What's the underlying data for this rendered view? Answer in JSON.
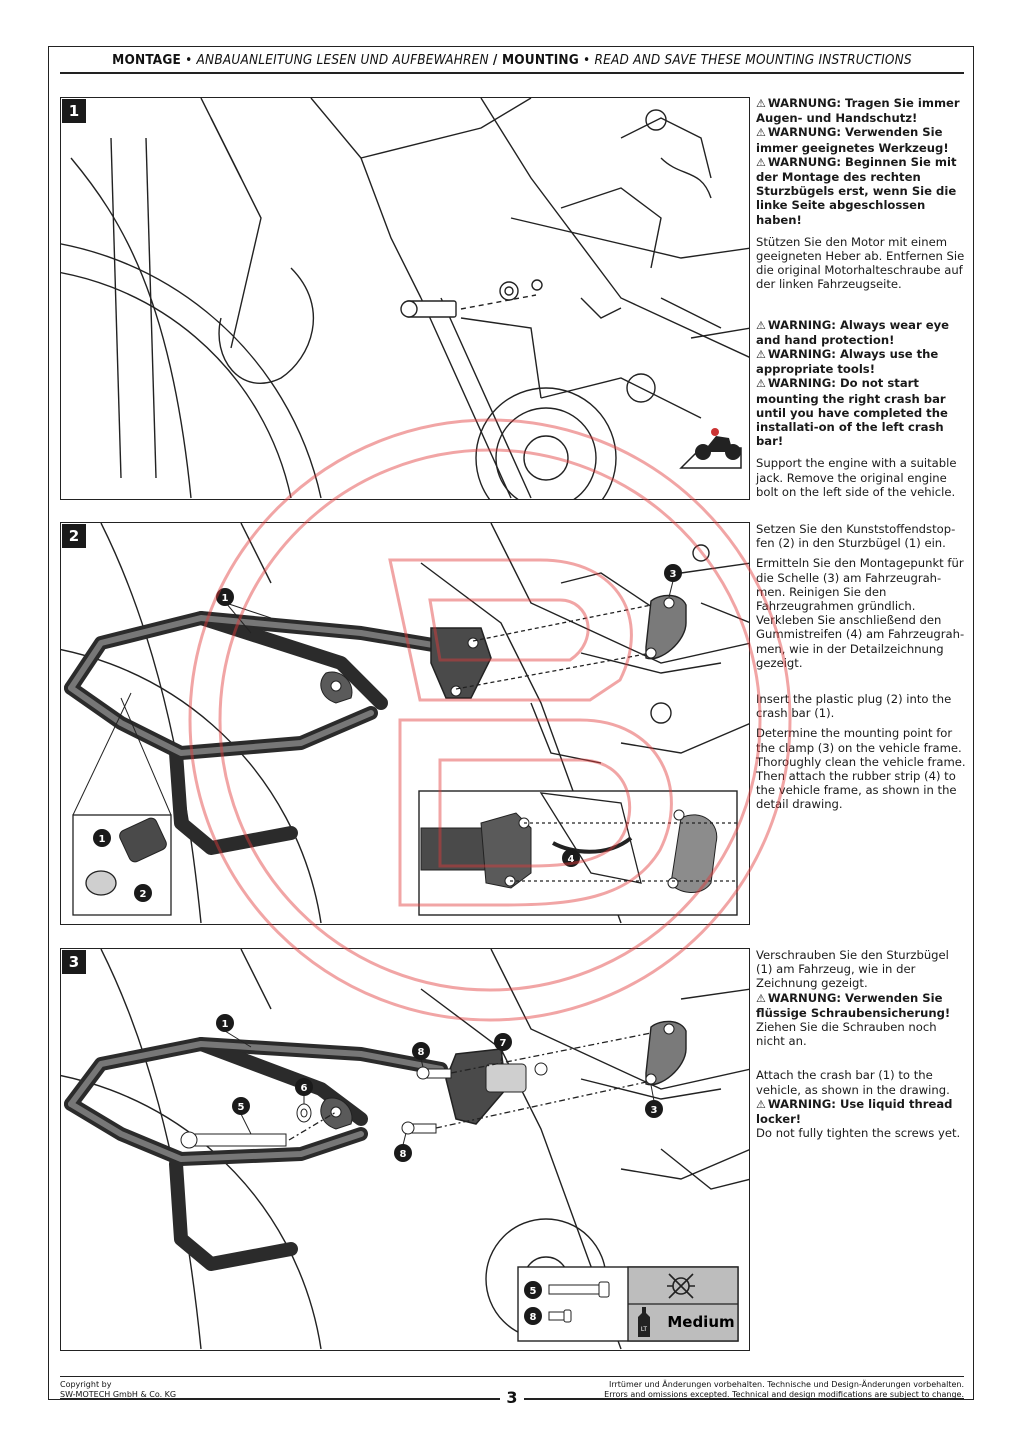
{
  "header": {
    "montage": "MONTAGE",
    "de_sub": "ANBAUANLEITUNG LESEN UND AUFBEWAHREN",
    "mounting": "MOUNTING",
    "en_sub": "READ AND SAVE THESE MOUNTING INSTRUCTIONS"
  },
  "steps": [
    {
      "number": "1"
    },
    {
      "number": "2"
    },
    {
      "number": "3"
    }
  ],
  "step1_text": {
    "de_warn1": "WARNUNG: Tragen Sie immer Augen- und Handschutz!",
    "de_warn2": "WARNUNG: Verwenden Sie immer geeignetes Werkzeug!",
    "de_warn3": "WARNUNG: Beginnen Sie mit der Montage des rechten Sturzbügels erst, wenn Sie die linke Seite abgeschlossen haben!",
    "de_body": "Stützen Sie den Motor mit einem geeigneten Heber ab. Entfernen Sie die original Motorhalteschraube auf der linken Fahrzeugseite.",
    "en_warn1": "WARNING: Always wear eye and hand protection!",
    "en_warn2": "WARNING: Always use the appropriate tools!",
    "en_warn3": "WARNING: Do not start mounting the right crash bar until you have completed the installati-on of the left crash bar!",
    "en_body": "Support the engine with a suitable jack. Remove the original engine bolt on the left side of the vehicle."
  },
  "step2_text": {
    "de_p1": "Setzen Sie den Kunststoffendstop-fen (2) in den Sturzbügel (1) ein.",
    "de_p2": "Ermitteln Sie den Montagepunkt für die Schelle (3) am Fahrzeugrah-men. Reinigen Sie den Fahrzeugrahmen gründlich. Verkleben Sie anschließend den Gummistreifen (4) am Fahrzeugrah-men, wie in der Detailzeichnung gezeigt.",
    "en_p1": "Insert the plastic plug (2) into the crash bar (1).",
    "en_p2": "Determine the mounting point for the clamp (3) on the vehicle frame. Thoroughly clean the vehicle frame. Then attach the rubber strip (4) to the vehicle frame, as shown in the detail drawing."
  },
  "step3_text": {
    "de_p1": "Verschrauben Sie den Sturzbügel (1) am Fahrzeug, wie in der Zeichnung gezeigt.",
    "de_warn": "WARNUNG: Verwenden Sie flüssige Schraubensicherung!",
    "de_p2": "Ziehen Sie die Schrauben noch nicht an.",
    "en_p1": "Attach the crash bar (1) to the vehicle, as shown in the drawing.",
    "en_warn": "WARNING: Use liquid thread locker!",
    "en_p2": "Do not fully tighten the screws yet."
  },
  "callouts": {
    "c1": "1",
    "c2": "2",
    "c3": "3",
    "c4": "4",
    "c5": "5",
    "c6": "6",
    "c7": "7",
    "c8": "8"
  },
  "threadlock": {
    "label": "Medium",
    "bottle_letters": "LT"
  },
  "footer": {
    "copyright_line1": "Copyright by",
    "copyright_line2": "SW-MOTECH GmbH & Co. KG",
    "page_number": "3",
    "disclaimer_de": "Irrtümer und Änderungen vorbehalten. Technische und Design-Änderungen vorbehalten.",
    "disclaimer_en": "Errors and omissions excepted. Technical and design modifications are subject to change."
  },
  "colors": {
    "line": "#222222",
    "watermark": "#e23a3a",
    "fill_dark": "#4a4a4a",
    "fill_mid": "#8c8c8c",
    "panel_gray": "#bdbdbd"
  }
}
